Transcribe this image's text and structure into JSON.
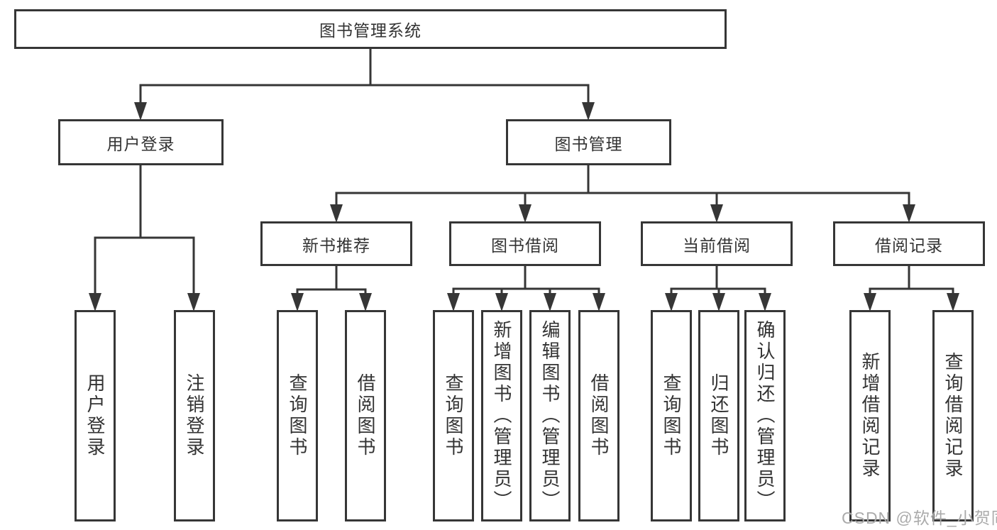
{
  "diagram": {
    "root": {
      "label": "图书管理系统"
    },
    "level2": [
      {
        "label": "用户登录"
      },
      {
        "label": "图书管理"
      }
    ],
    "level3": [
      {
        "label": "新书推荐"
      },
      {
        "label": "图书借阅"
      },
      {
        "label": "当前借阅"
      },
      {
        "label": "借阅记录"
      }
    ],
    "leaves": {
      "user_login": [
        "用户登录",
        "注销登录"
      ],
      "new_book": [
        "查询图书",
        "借阅图书"
      ],
      "book_borrow": [
        "查询图书",
        "新增图书（管理员）",
        "编辑图书（管理员）",
        "借阅图书"
      ],
      "current_borrow": [
        "查询图书",
        "归还图书",
        "确认归还（管理员）"
      ],
      "borrow_records": [
        "新增借阅记录",
        "查询借阅记录"
      ]
    }
  },
  "watermark": {
    "text": "CSDN @软件_小贺同学"
  },
  "colors": {
    "line": "#363636",
    "text": "#333333",
    "background": "#ffffff",
    "watermark": "#ababab"
  }
}
